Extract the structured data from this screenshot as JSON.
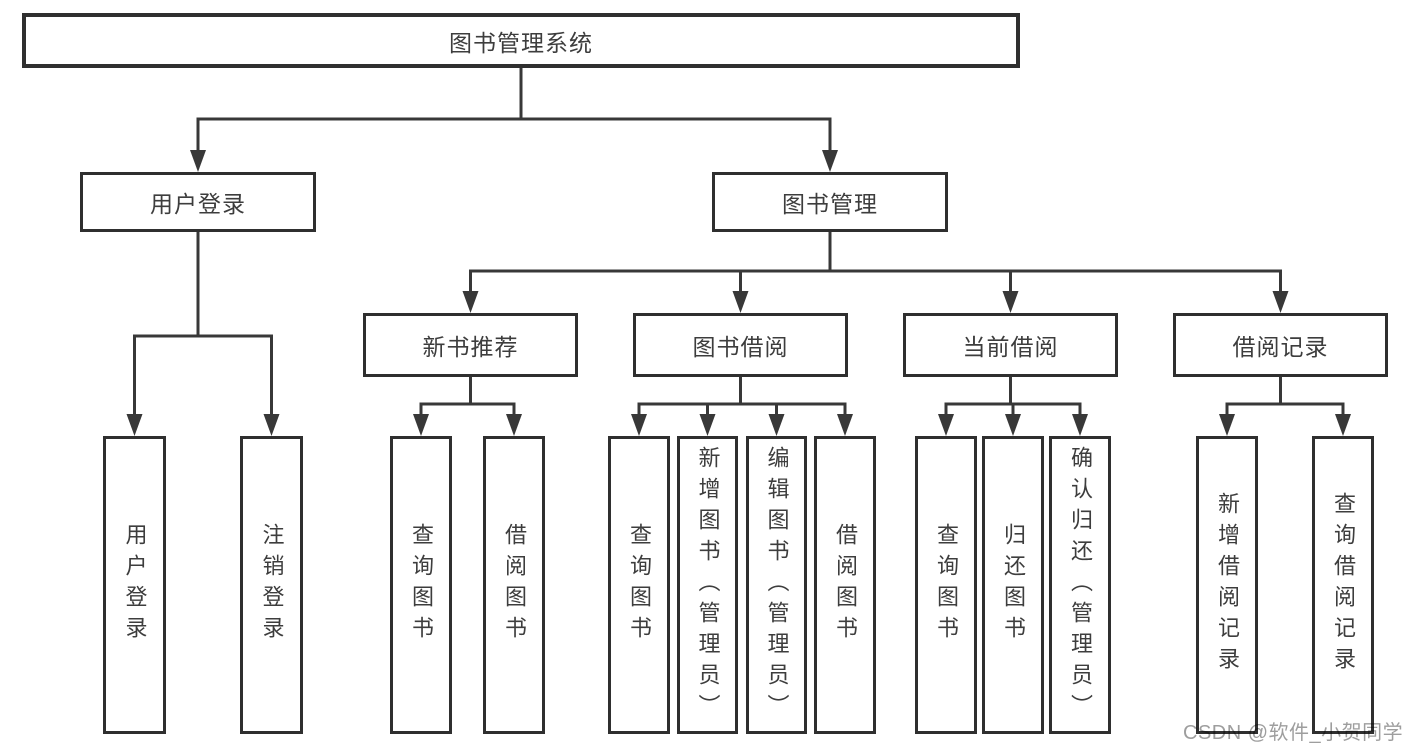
{
  "diagram": {
    "type": "functional-structure-tree",
    "tree": {
      "root": {
        "label": "图书管理系统",
        "children": [
          {
            "label": "用户登录",
            "children": [
              {
                "label": "用户登录"
              },
              {
                "label": "注销登录"
              }
            ]
          },
          {
            "label": "图书管理",
            "children": [
              {
                "label": "新书推荐",
                "children": [
                  {
                    "label": "查询图书"
                  },
                  {
                    "label": "借阅图书"
                  }
                ]
              },
              {
                "label": "图书借阅",
                "children": [
                  {
                    "label": "查询图书"
                  },
                  {
                    "label": "新增图书（管理员）"
                  },
                  {
                    "label": "编辑图书（管理员）"
                  },
                  {
                    "label": "借阅图书"
                  }
                ]
              },
              {
                "label": "当前借阅",
                "children": [
                  {
                    "label": "查询图书"
                  },
                  {
                    "label": "归还图书"
                  },
                  {
                    "label": "确认归还（管理员）"
                  }
                ]
              },
              {
                "label": "借阅记录",
                "children": [
                  {
                    "label": "新增借阅记录"
                  },
                  {
                    "label": "查询借阅记录"
                  }
                ]
              }
            ]
          }
        ]
      }
    },
    "colors": {
      "line": "#383838",
      "box_border": "#2f2f2f",
      "text": "#3d3d3d",
      "background": "#ffffff",
      "watermark_text": "#9e9e9e"
    }
  },
  "watermark": {
    "text": "CSDN @软件_小贺同学"
  }
}
